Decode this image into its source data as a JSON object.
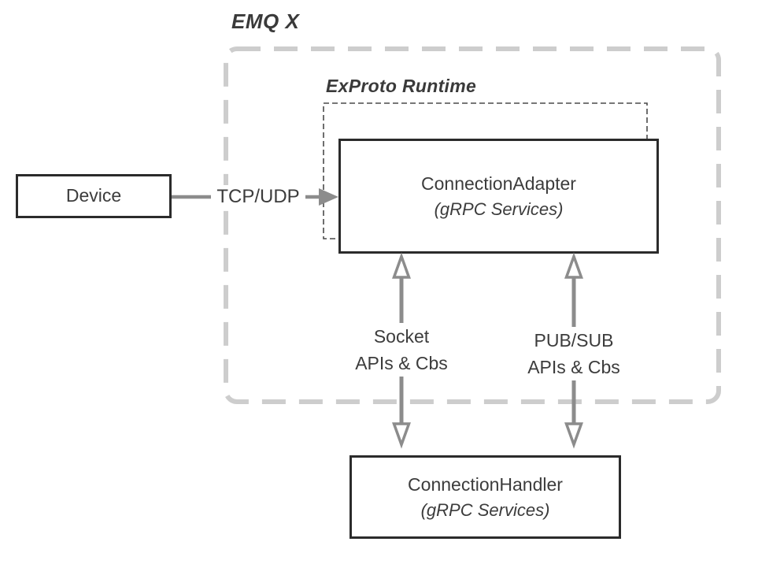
{
  "diagram": {
    "title": "EMQ X",
    "runtime_label": "ExProto Runtime",
    "nodes": {
      "device": {
        "label": "Device"
      },
      "adapter": {
        "title": "ConnectionAdapter",
        "subtitle": "(gRPC Services)"
      },
      "handler": {
        "title": "ConnectionHandler",
        "subtitle": "(gRPC Services)"
      }
    },
    "edges": {
      "tcp_udp": {
        "label": "TCP/UDP",
        "direction": "right"
      },
      "socket": {
        "line1": "Socket",
        "line2": "APIs & Cbs",
        "direction": "both"
      },
      "pubsub": {
        "line1": "PUB/SUB",
        "line2": "APIs & Cbs",
        "direction": "both"
      }
    },
    "colors": {
      "background": "#ffffff",
      "box_border": "#2b2b2b",
      "text": "#3c3c3c",
      "arrow_gray": "#8c8c8c",
      "outer_dash_gray": "#cdcdcd",
      "inner_dash_gray": "#4a4a4a"
    }
  }
}
